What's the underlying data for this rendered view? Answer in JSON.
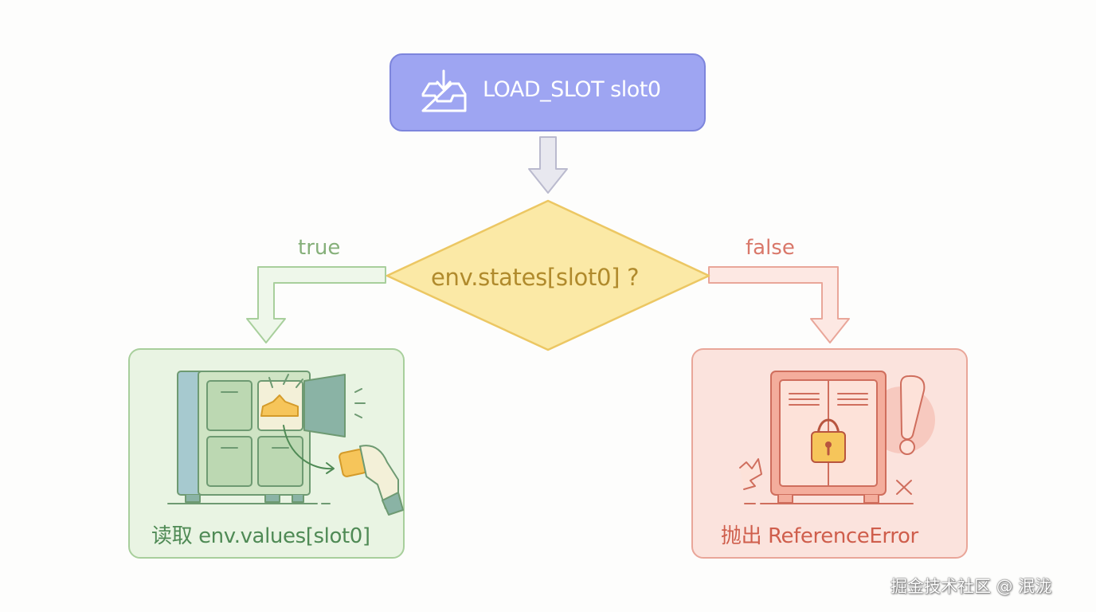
{
  "start": {
    "label": "LOAD_SLOT slot0",
    "icon": "inbox-download-icon"
  },
  "decision": {
    "label": "env.states[slot0] ?"
  },
  "branches": {
    "true": {
      "label": "true",
      "color": "#9cc48f"
    },
    "false": {
      "label": "false",
      "color": "#e89a8c"
    }
  },
  "results": {
    "left": {
      "label": "读取 env.values[slot0]",
      "icon": "locker-open-icon"
    },
    "right": {
      "label": "抛出 ReferenceError",
      "icon": "locked-cabinet-icon"
    }
  },
  "watermark": "掘金技术社区 @ 泯泷",
  "colors": {
    "start_fill": "#9ea5f2",
    "start_stroke": "#7d85dc",
    "decision_fill": "#fbe9a6",
    "decision_stroke": "#ecc763",
    "left_fill": "#e9f4e3",
    "left_stroke": "#a8cf9c",
    "right_fill": "#fbe3dd",
    "right_stroke": "#e9a699"
  }
}
